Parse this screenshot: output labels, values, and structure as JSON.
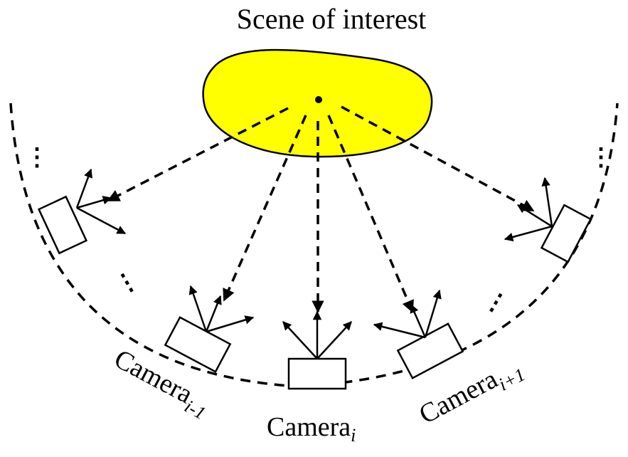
{
  "title": "Scene of interest",
  "colors": {
    "scene_fill": "#ffff00",
    "stroke": "#000000",
    "background": "#ffffff"
  },
  "labels": {
    "camera_prev": {
      "base": "Camera",
      "sub": "i-1"
    },
    "camera_cur": {
      "base": "Camera",
      "sub": "i"
    },
    "camera_next": {
      "base": "Camera",
      "sub": "i+1"
    }
  },
  "ellipsis": "⋮"
}
